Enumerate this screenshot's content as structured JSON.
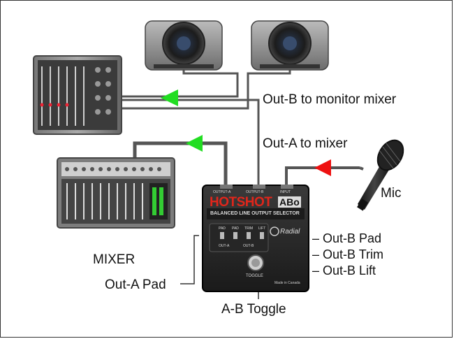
{
  "labels": {
    "out_b_monitor": "Out-B to monitor mixer",
    "out_a_mixer": "Out-A to mixer",
    "mic": "Mic",
    "mixer": "MIXER",
    "out_a_pad": "Out-A Pad",
    "out_b_pad": "– Out-B Pad",
    "out_b_trim": "– Out-B Trim",
    "out_b_lift": "– Out-B Lift",
    "ab_toggle": "A-B Toggle"
  },
  "device": {
    "brand_hot": "HOTSHOT",
    "brand_model": "ABo",
    "subtitle": "BALANCED LINE OUTPUT SELECTOR",
    "jack_output_a": "OUTPUT-A",
    "jack_output_b": "OUTPUT-B",
    "jack_input": "INPUT",
    "switch_pad": "PAD",
    "switch_pad2": "PAD",
    "switch_trim": "TRIM",
    "switch_lift": "LIFT",
    "group_out_a": "OUT-A",
    "group_out_b": "OUT-B",
    "logo": "Radial",
    "toggle": "TOGGLE",
    "made_in": "Made in Canada"
  },
  "colors": {
    "arrow_green": "#22dd22",
    "arrow_red": "#ee1111",
    "cable": "#555555",
    "device_body": "#2a2a2a",
    "brand_red": "#e0261b"
  }
}
